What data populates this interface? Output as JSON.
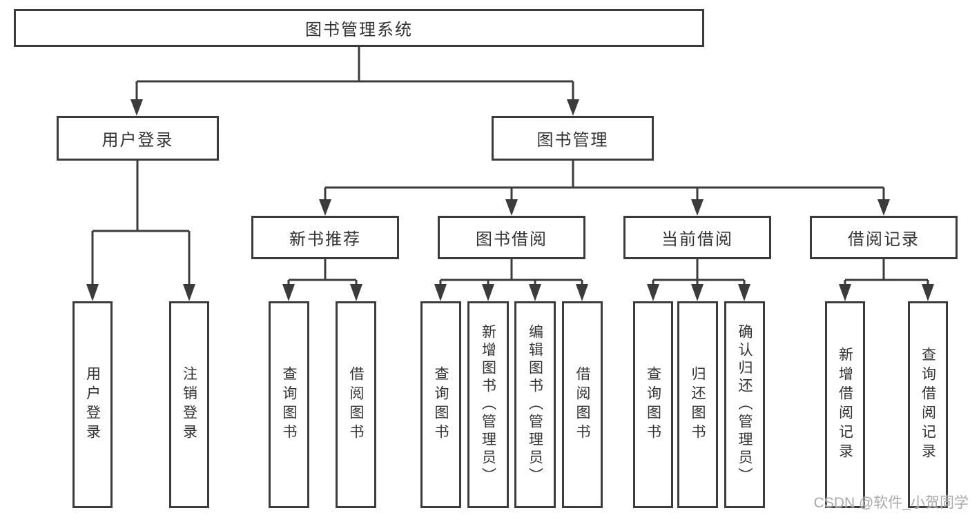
{
  "diagram": {
    "title_node": "图书管理系统",
    "level2": {
      "user_login": "用户登录",
      "book_management": "图书管理"
    },
    "level3": {
      "new_book_recommend": "新书推荐",
      "book_borrow": "图书借阅",
      "current_borrow": "当前借阅",
      "borrow_record": "借阅记录"
    },
    "leaves": {
      "user_login_login": "用户登录",
      "user_login_logout": "注销登录",
      "newbook_query": "查询图书",
      "newbook_borrow": "借阅图书",
      "borrow_query": "查询图书",
      "borrow_add_admin": "新增图书（管理员）",
      "borrow_edit_admin": "编辑图书（管理员）",
      "borrow_borrow": "借阅图书",
      "current_query": "查询图书",
      "current_return": "归还图书",
      "current_confirm_admin": "确认归还（管理员）",
      "record_add": "新增借阅记录",
      "record_query": "查询借阅记录"
    }
  },
  "watermark": "CSDN @软件_小贺同学",
  "colors": {
    "line": "#3b3b3b",
    "box_background": "#ffffff",
    "text": "#333333",
    "watermark": "#a4a4a4"
  }
}
